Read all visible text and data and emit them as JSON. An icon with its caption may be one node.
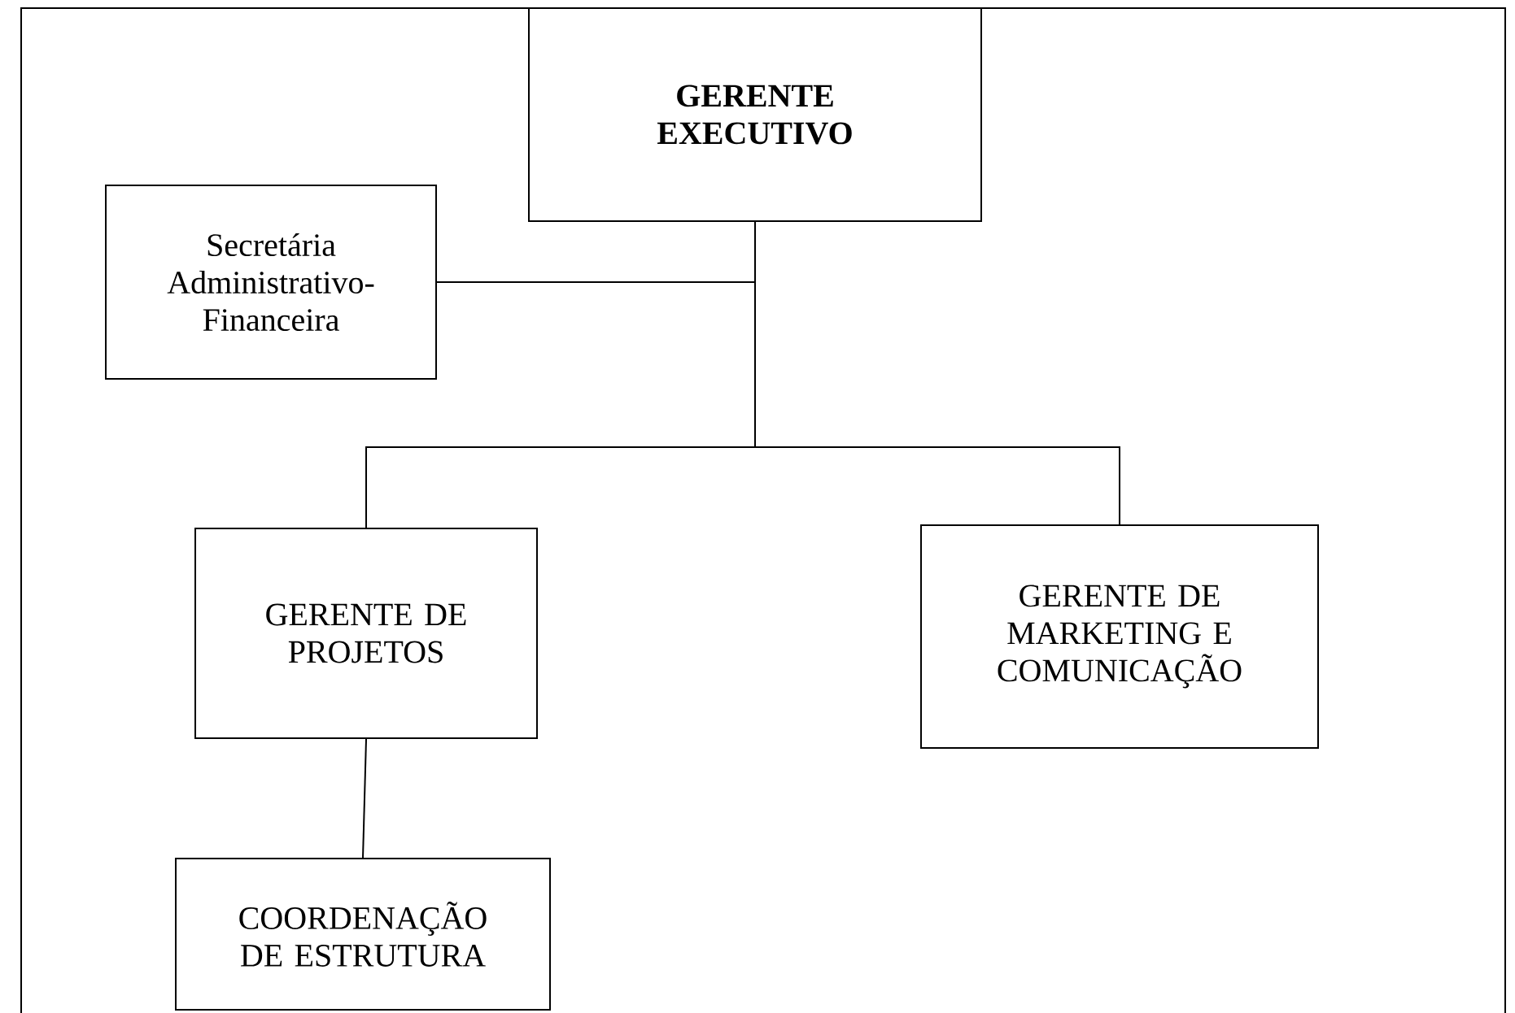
{
  "diagram": {
    "nodes": [
      {
        "text": [
          "**GERENTE EXECUTIVO**"
        ]
      },
      {
        "text": [
          "Secretária Administrativo-Financeira"
        ]
      },
      {
        "text": [
          "GERENTE DE PROJETOS"
        ]
      },
      {
        "text": [
          "GERENTE DE MARKETING E COMUNICAÇÃO"
        ]
      },
      {
        "text": [
          "COORDENAÇÃO DE ESTRUTURA"
        ]
      }
    ],
    "edges": [
      {
        "from": 0,
        "to": 1,
        "arrow": "none"
      },
      {
        "from": 0,
        "to": 2,
        "arrow": "none"
      },
      {
        "from": 0,
        "to": 3,
        "arrow": "none"
      },
      {
        "from": 2,
        "to": 4,
        "arrow": "none"
      }
    ]
  }
}
